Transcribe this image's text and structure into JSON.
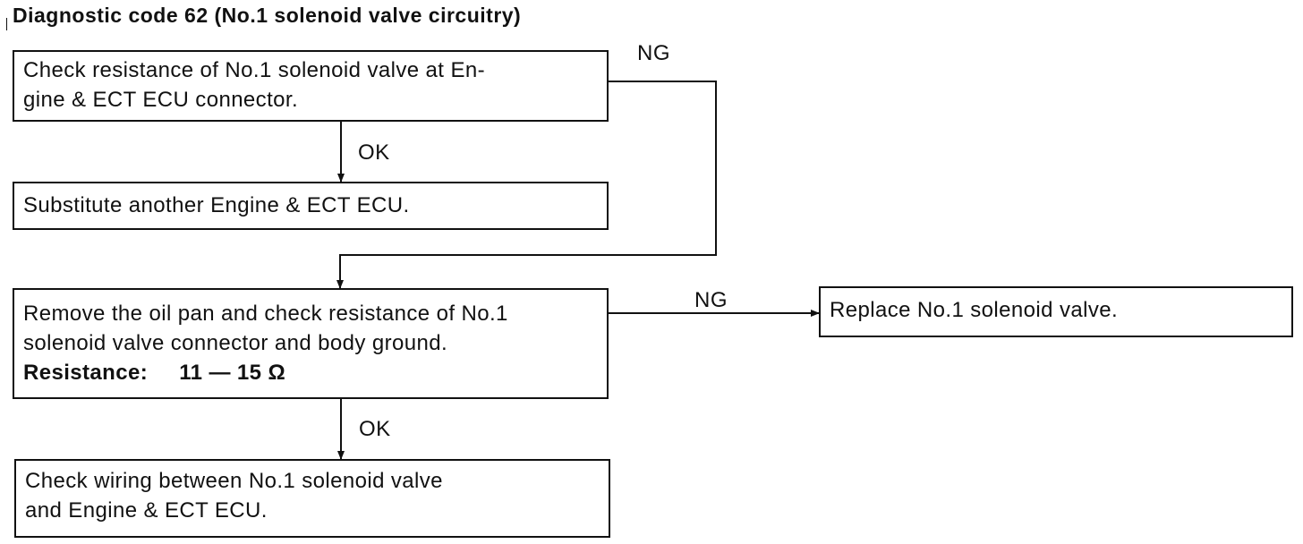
{
  "title": "Diagnostic code 62 (No.1 solenoid valve circuitry)",
  "boxes": {
    "check_resistance_ecu": [
      "Check resistance of No.1 solenoid valve at En-",
      "gine & ECT ECU connector."
    ],
    "substitute_ecu": [
      "Substitute another Engine & ECT ECU."
    ],
    "remove_oil_pan": [
      "Remove the oil pan and check resistance of No.1",
      "solenoid valve connector and body ground."
    ],
    "resistance_label": "Resistance:",
    "resistance_value": "11 — 15 Ω",
    "replace_valve": [
      "Replace No.1 solenoid valve."
    ],
    "check_wiring": [
      "Check wiring between No.1 solenoid valve",
      "and Engine & ECT ECU."
    ]
  },
  "labels": {
    "ng_top": "NG",
    "ok_1": "OK",
    "ng_mid": "NG",
    "ok_2": "OK"
  }
}
